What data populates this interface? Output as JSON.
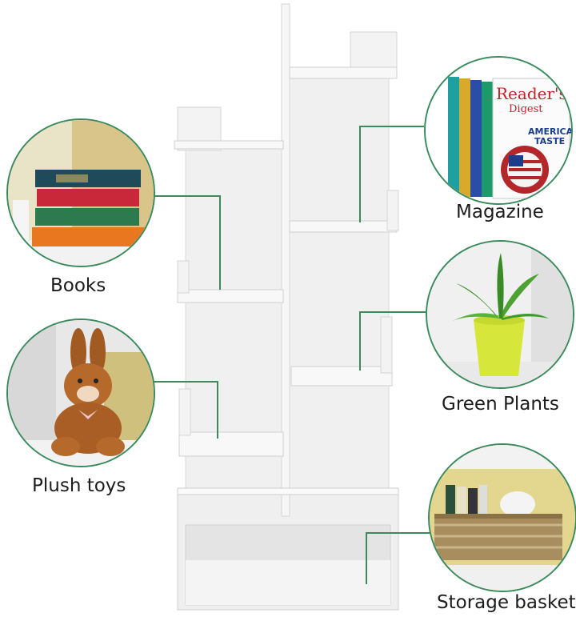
{
  "labels": {
    "books": "Books",
    "plush_toys": "Plush toys",
    "magazine": "Magazine",
    "green_plants": "Green Plants",
    "storage_basket": "Storage basket"
  },
  "magazine_cover": {
    "title": "Reader's",
    "subtitle": "Digest",
    "headline": "AMERICA",
    "headline2": "TASTE"
  },
  "colors": {
    "accent": "#3b8a5e",
    "shelf": "#f2f2f2",
    "shelf_edge": "#d9d9d9"
  }
}
